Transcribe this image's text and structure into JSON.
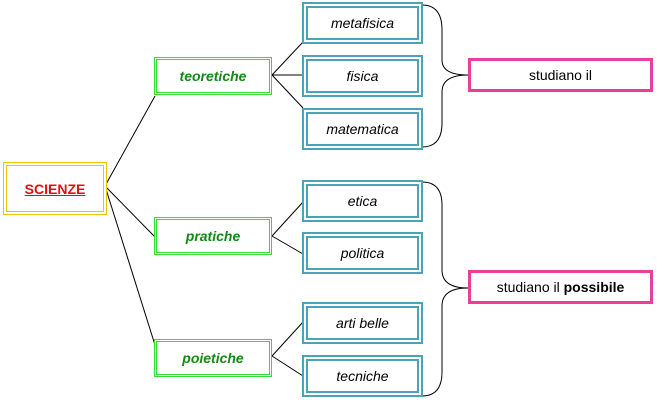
{
  "root": {
    "label": "SCIENZE"
  },
  "categories": [
    {
      "label": "teoretiche",
      "subjects": [
        "metafisica",
        "fisica",
        "matematica"
      ]
    },
    {
      "label": "pratiche",
      "subjects": [
        "etica",
        "politica"
      ]
    },
    {
      "label": "poietiche",
      "subjects": [
        "arti belle",
        "tecniche"
      ]
    }
  ],
  "studiano": [
    {
      "prefix": "studiano il",
      "emphasis": ""
    },
    {
      "prefix": "studiano il",
      "emphasis": "possibile"
    }
  ],
  "colors": {
    "root_border": "#f2c400",
    "root_text": "#e01010",
    "category_border": "#33dd33",
    "category_text": "#138a13",
    "subject_border": "#4aa3b6",
    "studiano_border": "#e8409a"
  }
}
